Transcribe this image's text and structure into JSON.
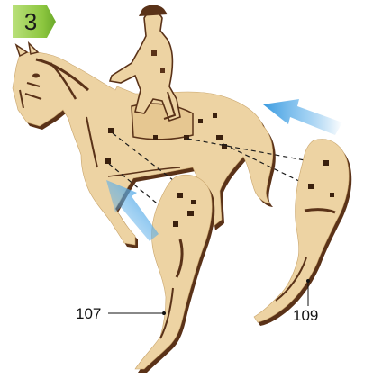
{
  "step": {
    "number": "3"
  },
  "callouts": [
    {
      "label": "107"
    },
    {
      "label": "109"
    }
  ],
  "colors": {
    "badge_green": "#8cc63f",
    "wood": "#edd3a3",
    "wood_edge": "#5a3218",
    "arrow_blue": "#3b9be0"
  },
  "icons": [
    "move-arrow-icon",
    "move-arrow-icon"
  ]
}
